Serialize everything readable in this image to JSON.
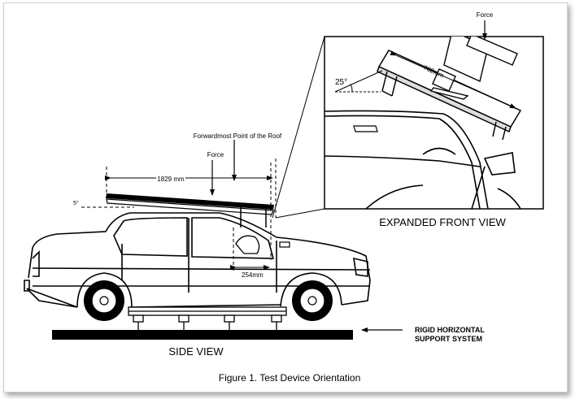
{
  "caption": "Figure 1. Test Device Orientation",
  "side_view": {
    "title": "SIDE VIEW",
    "label_forward_point": "Forwardmost Point of the Roof",
    "label_force": "Force",
    "dim_length": "1829 mm",
    "dim_angle": "5°",
    "dim_offset": "254mm"
  },
  "front_view": {
    "title": "EXPANDED FRONT VIEW",
    "label_force": "Force",
    "dim_width": "762mm",
    "dim_angle": "25°"
  },
  "support": {
    "line1": "RIGID HORIZONTAL",
    "line2": "SUPPORT SYSTEM"
  },
  "colors": {
    "ink": "#000000",
    "frame_border": "#cfcfcf",
    "background": "#ffffff"
  }
}
